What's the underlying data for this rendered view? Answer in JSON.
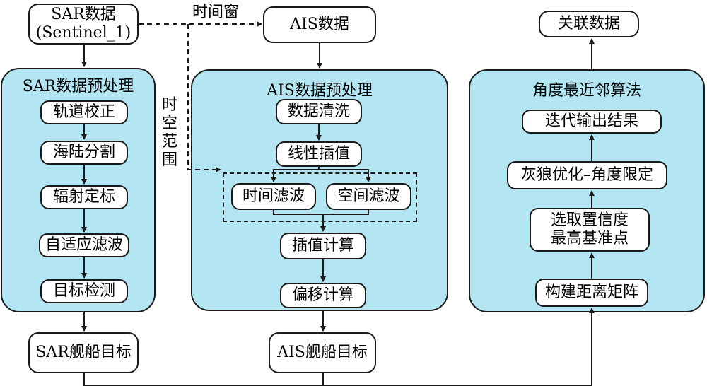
{
  "sources": {
    "sar_data": "SAR数据\n(Sentinel_1)",
    "ais_data": "AIS数据",
    "time_window": "时间窗",
    "spatiotemporal_range": "时空范围"
  },
  "sar_preprocess": {
    "title": "SAR数据预处理",
    "steps": [
      "轨道校正",
      "海陆分割",
      "辐射定标",
      "自适应滤波",
      "目标检测"
    ]
  },
  "ais_preprocess": {
    "title": "AIS数据预处理",
    "steps": {
      "cleaning": "数据清洗",
      "linear_interp": "线性插值",
      "time_filter": "时间滤波",
      "space_filter": "空间滤波",
      "interp_calc": "插值计算",
      "offset_calc": "偏移计算"
    }
  },
  "algorithm": {
    "title": "角度最近邻算法",
    "steps": {
      "distance_matrix": "构建距离矩阵",
      "select_confidence": "选取置信度\n最高基准点",
      "gwo_angle": "灰狼优化–角度限定",
      "iterate_output": "迭代输出结果"
    }
  },
  "outputs": {
    "sar_targets": "SAR舰船目标",
    "ais_targets": "AIS舰船目标",
    "associated_data": "关联数据"
  },
  "colors": {
    "panel_fill": "#b3e5f2",
    "stroke": "#1a1a1a",
    "box_fill": "#ffffff"
  }
}
